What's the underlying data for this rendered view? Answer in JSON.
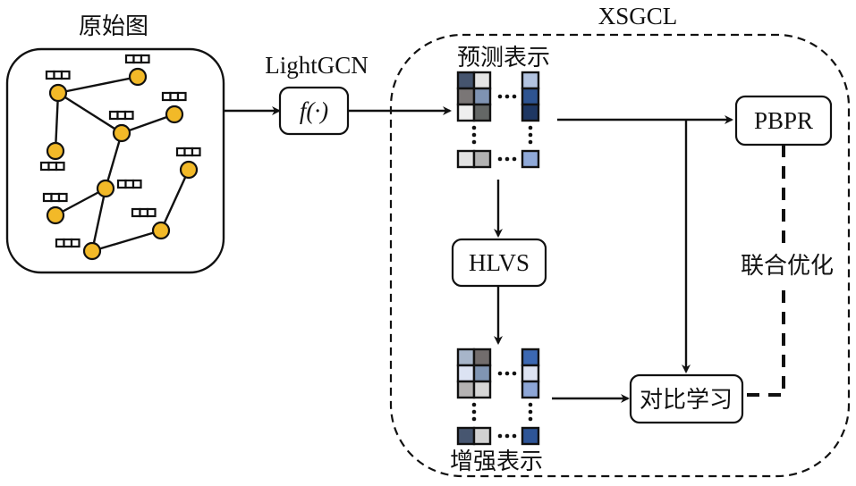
{
  "labels": {
    "original_graph": "原始图",
    "lightgcn": "LightGCN",
    "f_func": "f(·)",
    "xsgcl": "XSGCL",
    "predicted_repr": "预测表示",
    "hlvs": "HLVS",
    "augmented_repr": "增强表示",
    "pbpr": "PBPR",
    "contrastive_learning": "对比学习",
    "joint_optimization": "联合优化"
  },
  "colors": {
    "node_fill": "#F2B928",
    "stroke": "#111111"
  },
  "graph": {
    "nodes": [
      {
        "id": "n1",
        "tag": "above"
      },
      {
        "id": "n2",
        "tag": "above"
      },
      {
        "id": "n3",
        "tag": "above"
      },
      {
        "id": "n4",
        "tag": "above"
      },
      {
        "id": "n5",
        "tag": "below"
      },
      {
        "id": "n6",
        "tag": "above"
      },
      {
        "id": "n7",
        "tag": "right"
      },
      {
        "id": "n8",
        "tag": "above"
      },
      {
        "id": "n9",
        "tag": "above-left"
      },
      {
        "id": "n10",
        "tag": "left"
      }
    ],
    "edges": [
      [
        "n1",
        "n2"
      ],
      [
        "n1",
        "n5"
      ],
      [
        "n1",
        "n4"
      ],
      [
        "n4",
        "n3"
      ],
      [
        "n4",
        "n7"
      ],
      [
        "n7",
        "n8"
      ],
      [
        "n7",
        "n10"
      ],
      [
        "n10",
        "n9"
      ],
      [
        "n9",
        "n6"
      ]
    ]
  },
  "predicted_matrix": {
    "grid": [
      [
        "#45546E",
        "#E4E4E4"
      ],
      [
        "#7A7676",
        "#7F93B2"
      ],
      [
        "#EFEFEF",
        "#646766"
      ]
    ],
    "column_last": [
      "#B2C3E0",
      "#2E5491",
      "#1E3763"
    ],
    "bottom_row": [
      "#E2E2E2",
      "#B2B2B2"
    ],
    "bottom_last": "#8FA9D8"
  },
  "augmented_matrix": {
    "grid": [
      [
        "#A7B5C9",
        "#726D6D"
      ],
      [
        "#DCE3F3",
        "#8095B3"
      ],
      [
        "#B4B2B2",
        "#D6D6D6"
      ]
    ],
    "column_last": [
      "#3C68B2",
      "#DDE3F2",
      "#8DA6D6"
    ],
    "bottom_row": [
      "#475670",
      "#D2D2D2"
    ],
    "bottom_last": "#2E5597"
  }
}
